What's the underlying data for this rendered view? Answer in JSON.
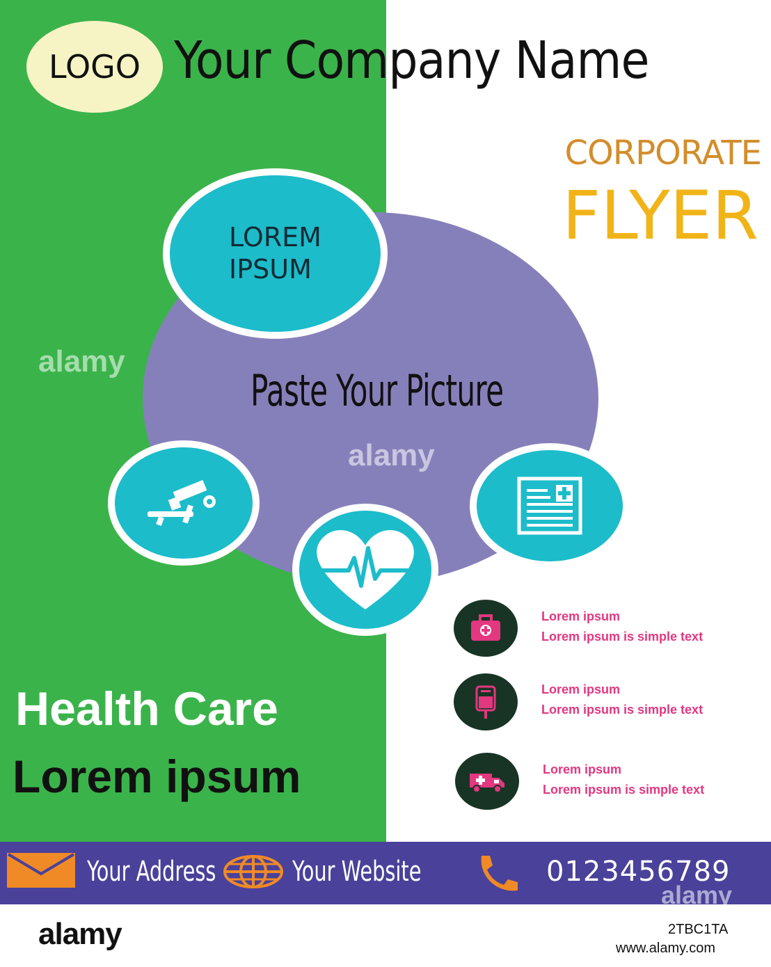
{
  "header": {
    "logo": "LOGO",
    "company_name": "Your Company Name",
    "corporate": "CORPORATE",
    "flyer": "FLYER"
  },
  "hero": {
    "bubble_line1": "LOREM",
    "bubble_line2": "IPSUM",
    "paste_picture": "Paste Your Picture"
  },
  "left_panel": {
    "title": "Health Care",
    "subtitle": "Lorem ipsum"
  },
  "features": [
    {
      "title": "Lorem ipsum",
      "text": "Lorem ipsum is simple text",
      "icon": "medical-kit-icon"
    },
    {
      "title": "Lorem ipsum",
      "text": "Lorem ipsum is simple text",
      "icon": "blood-bag-icon"
    },
    {
      "title": "Lorem ipsum",
      "text": "Lorem ipsum is simple text",
      "icon": "ambulance-icon"
    }
  ],
  "footer": {
    "address": "Your Address",
    "website": "Your Website",
    "phone": "0123456789"
  },
  "watermark": {
    "brand": "alamy",
    "image_id": "2TBC1TA",
    "url": "www.alamy.com"
  },
  "colors": {
    "green_panel": "#3bb34b",
    "teal_bubble": "#1dbcca",
    "purple_oval": "#8680ba",
    "footer": "#4a419a",
    "feature_text": "#e33780",
    "corporate": "#d38d2c",
    "flyer": "#f1b418"
  }
}
